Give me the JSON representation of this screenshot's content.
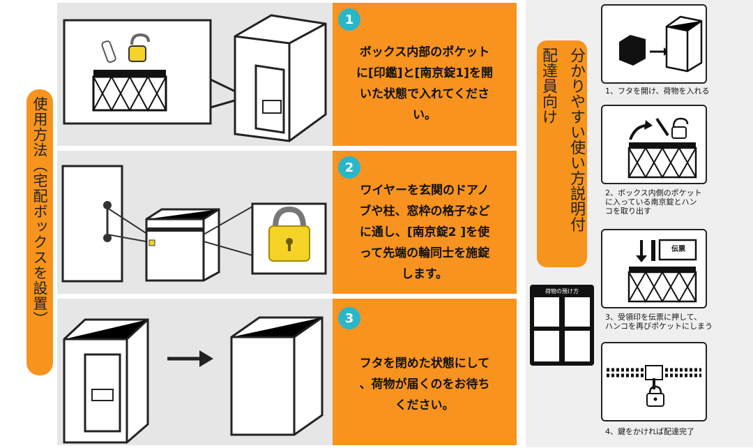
{
  "left_tab": {
    "label": "使用方法（宅配ボックスを設置）"
  },
  "steps": [
    {
      "number": "1",
      "text": "ボックス内部のポケット\nに[印鑑]と[南京錠1]を開\nいた状態で入れてくださ\nい。"
    },
    {
      "number": "2",
      "text": "ワイヤーを玄関のドアノ\nブや柱、窓枠の格子など\nに通し、[南京錠2 ]を使\nって先端の輪同士を施錠\nします。"
    },
    {
      "number": "3",
      "text": "フタを閉めた状態にして\n、荷物が届くのをお待ち\nください。"
    }
  ],
  "right_tab": {
    "col1": "分かりやすい使い方説明付",
    "col2": "配達員向け"
  },
  "mini_card": {
    "title": "荷物の預け方"
  },
  "guide_steps": [
    {
      "caption": "1、フタを開け、荷物を入れる"
    },
    {
      "caption": "2、ボックス内側のポケット\nに入っている南京錠とハン\nコを取り出す"
    },
    {
      "caption": "3、受領印を伝票に押して、\nハンコを再びポケットにしまう",
      "label": "伝票"
    },
    {
      "caption": "4、鍵をかければ配達完了"
    }
  ],
  "colors": {
    "accent": "#f7931e",
    "badge": "#2ab6c9",
    "lock": "#f5d327"
  }
}
